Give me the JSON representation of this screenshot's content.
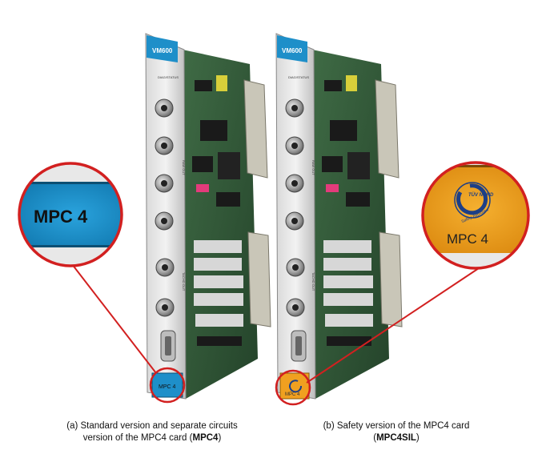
{
  "figure": {
    "card_a": {
      "brand_label": "VM600",
      "panel_label": "DIAG/STATUS",
      "panel_label_2": "RAW OUT",
      "panel_label_3": "TACHO OUT",
      "front_label": "MPC 4",
      "front_label_color": "#1e8fc9",
      "zoom_label": "MPC 4"
    },
    "card_b": {
      "brand_label": "VM600",
      "panel_label": "DIAG/STATUS",
      "panel_label_2": "RAW OUT",
      "panel_label_3": "TACHO OUT",
      "front_label": "MPC 4",
      "front_label_color": "#f0a020",
      "zoom_label": "MPC 4",
      "zoom_logo_text": "TÜV NORD",
      "zoom_logo_subtext": "Safety Approved"
    },
    "callout_color": "#d22020"
  },
  "captions": {
    "a": {
      "line1": "(a) Standard version and separate circuits",
      "line2_prefix": "version of the MPC4 card (",
      "line2_bold": "MPC4",
      "line2_suffix": ")"
    },
    "b": {
      "line1": "(b) Safety version of the MPC4 card",
      "line2_prefix": "(",
      "line2_bold": "MPC4SIL",
      "line2_suffix": ")"
    }
  }
}
